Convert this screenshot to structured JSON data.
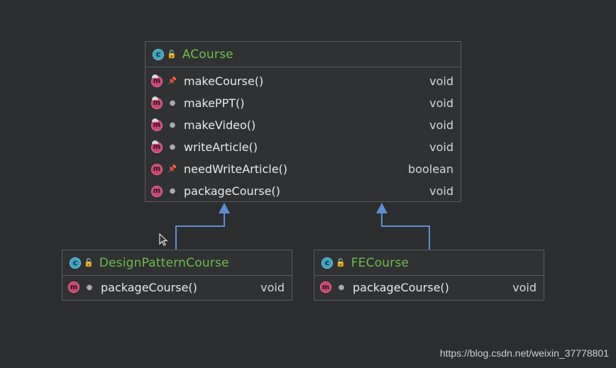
{
  "diagram": {
    "classes": [
      {
        "id": "acourse",
        "name": "ACourse",
        "members": [
          {
            "name": "makeCourse()",
            "type": "void",
            "visibility": "pin-icon",
            "abstract": true
          },
          {
            "name": "makePPT()",
            "type": "void",
            "visibility": "dot-icon",
            "abstract": true
          },
          {
            "name": "makeVideo()",
            "type": "void",
            "visibility": "dot-icon",
            "abstract": true
          },
          {
            "name": "writeArticle()",
            "type": "void",
            "visibility": "dot-icon",
            "abstract": true
          },
          {
            "name": "needWriteArticle()",
            "type": "boolean",
            "visibility": "pin-icon",
            "abstract": false
          },
          {
            "name": "packageCourse()",
            "type": "void",
            "visibility": "dot-icon",
            "abstract": false
          }
        ]
      },
      {
        "id": "designpatterncourse",
        "name": "DesignPatternCourse",
        "members": [
          {
            "name": "packageCourse()",
            "type": "void",
            "visibility": "dot-icon",
            "abstract": false
          }
        ]
      },
      {
        "id": "fecourse",
        "name": "FECourse",
        "members": [
          {
            "name": "packageCourse()",
            "type": "void",
            "visibility": "dot-icon",
            "abstract": false
          }
        ]
      }
    ],
    "relations": [
      {
        "from": "DesignPatternCourse",
        "to": "ACourse",
        "type": "inheritance"
      },
      {
        "from": "FECourse",
        "to": "ACourse",
        "type": "inheritance"
      }
    ],
    "class_icon_letter": "c",
    "method_icon_letter": "m"
  },
  "colors": {
    "background": "#2c2d2e",
    "class_name": "#6cbf4a",
    "class_icon": "#3aa3c0",
    "method_icon": "#c9456f",
    "arrow": "#5a8fd8"
  },
  "watermark": "https://blog.csdn.net/weixin_37778801"
}
